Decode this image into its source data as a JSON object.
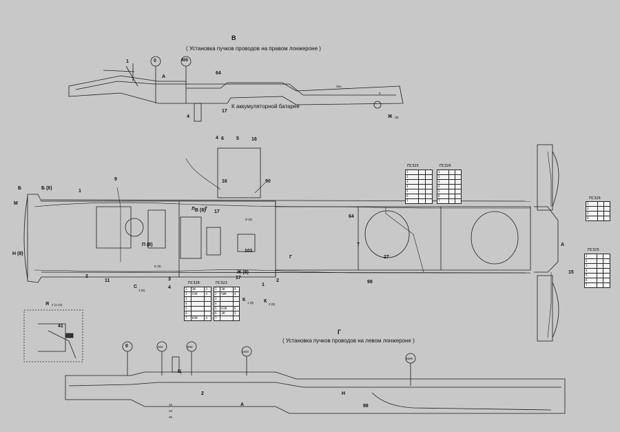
{
  "view_top": {
    "letter": "В",
    "subtitle": "( Установка пучков проводов на правом лонжероне )",
    "distance_marks": [
      "0",
      "400"
    ],
    "labels": {
      "section": "А",
      "battery_note": "К аккумуляторной батарее",
      "numbers": [
        "1",
        "64",
        "17",
        "4",
        "25А",
        "5",
        "Ж",
        "(8)"
      ]
    }
  },
  "view_bottom": {
    "letter": "Г",
    "subtitle": "( Установка пучков проводов на левом лонжероне )",
    "distance_marks": [
      "0",
      "400",
      "800",
      "1600",
      "2500"
    ],
    "labels": {
      "section": "А",
      "numbers": [
        "2",
        "32",
        "34",
        "36",
        "98",
        "Ц",
        "Н"
      ]
    }
  },
  "main_view": {
    "labels": {
      "b1": "Б",
      "b_right": "Б (8)",
      "m": "М",
      "n": "Н (8)",
      "c2": "С",
      "c2_sub": "2 (8)",
      "g1": "Г",
      "e": "Е (8)",
      "i": "И (8)",
      "k1": "К",
      "k1_sub": "1 (8)",
      "k2": "К",
      "k2_sub": "2 (8)",
      "p": "П (8)",
      "l": "Л",
      "v": "В (8)",
      "t": "Т",
      "zh": "Ж (8)",
      "a": "А",
      "numbers": [
        "9",
        "1",
        "2",
        "11",
        "3",
        "4",
        "5",
        "6",
        "7",
        "17",
        "90",
        "16",
        "64",
        "27",
        "98",
        "101",
        "15",
        "16",
        "2",
        "17",
        "1",
        "4"
      ]
    }
  },
  "detail_view": {
    "title": "Я",
    "scale": "2 (1:10)",
    "number": "41"
  },
  "tables": [
    {
      "name": "ПС328",
      "rows": [
        [
          "1",
          "ЭК",
          "3"
        ],
        [
          "2",
          "5ЭК",
          "4"
        ],
        [
          "3",
          "",
          ""
        ],
        [
          "4",
          "",
          ""
        ],
        [
          "5",
          "",
          ""
        ],
        [
          "6",
          "",
          ""
        ],
        [
          "7",
          "КЭК",
          "4"
        ]
      ]
    },
    {
      "name": "ПС323",
      "rows": [
        [
          "1",
          "ЭК",
          "4"
        ],
        [
          "2",
          "58К",
          "4"
        ],
        [
          "3",
          "",
          ""
        ],
        [
          "4",
          "",
          ""
        ],
        [
          "5",
          "КЭК",
          "6"
        ],
        [
          "6",
          "ЭК",
          "5"
        ],
        [
          "7",
          "",
          ""
        ]
      ]
    },
    {
      "name": "ПС325",
      "rows": [
        [
          "1",
          "",
          ""
        ],
        [
          "2",
          "",
          ""
        ],
        [
          "3",
          "",
          ""
        ],
        [
          "4",
          "",
          ""
        ],
        [
          "5",
          "",
          ""
        ],
        [
          "6",
          "",
          ""
        ],
        [
          "7",
          "",
          ""
        ]
      ]
    },
    {
      "name": "ПС326",
      "rows": [
        [
          "1",
          "",
          ""
        ],
        [
          "2",
          "",
          ""
        ],
        [
          "3",
          "",
          ""
        ],
        [
          "4",
          "",
          ""
        ],
        [
          "5",
          "",
          ""
        ],
        [
          "6",
          "",
          ""
        ],
        [
          "7",
          "",
          ""
        ]
      ]
    },
    {
      "name": "ПС326",
      "rows": [
        [
          "1",
          "",
          ""
        ],
        [
          "2",
          "",
          ""
        ],
        [
          "3",
          "",
          ""
        ],
        [
          "4",
          "",
          ""
        ]
      ]
    },
    {
      "name": "ПС325",
      "rows": [
        [
          "1",
          "",
          ""
        ],
        [
          "2",
          "",
          ""
        ],
        [
          "3",
          "",
          ""
        ],
        [
          "4",
          "",
          ""
        ],
        [
          "5",
          "",
          ""
        ],
        [
          "6",
          "",
          ""
        ],
        [
          "7",
          "",
          ""
        ]
      ]
    }
  ]
}
